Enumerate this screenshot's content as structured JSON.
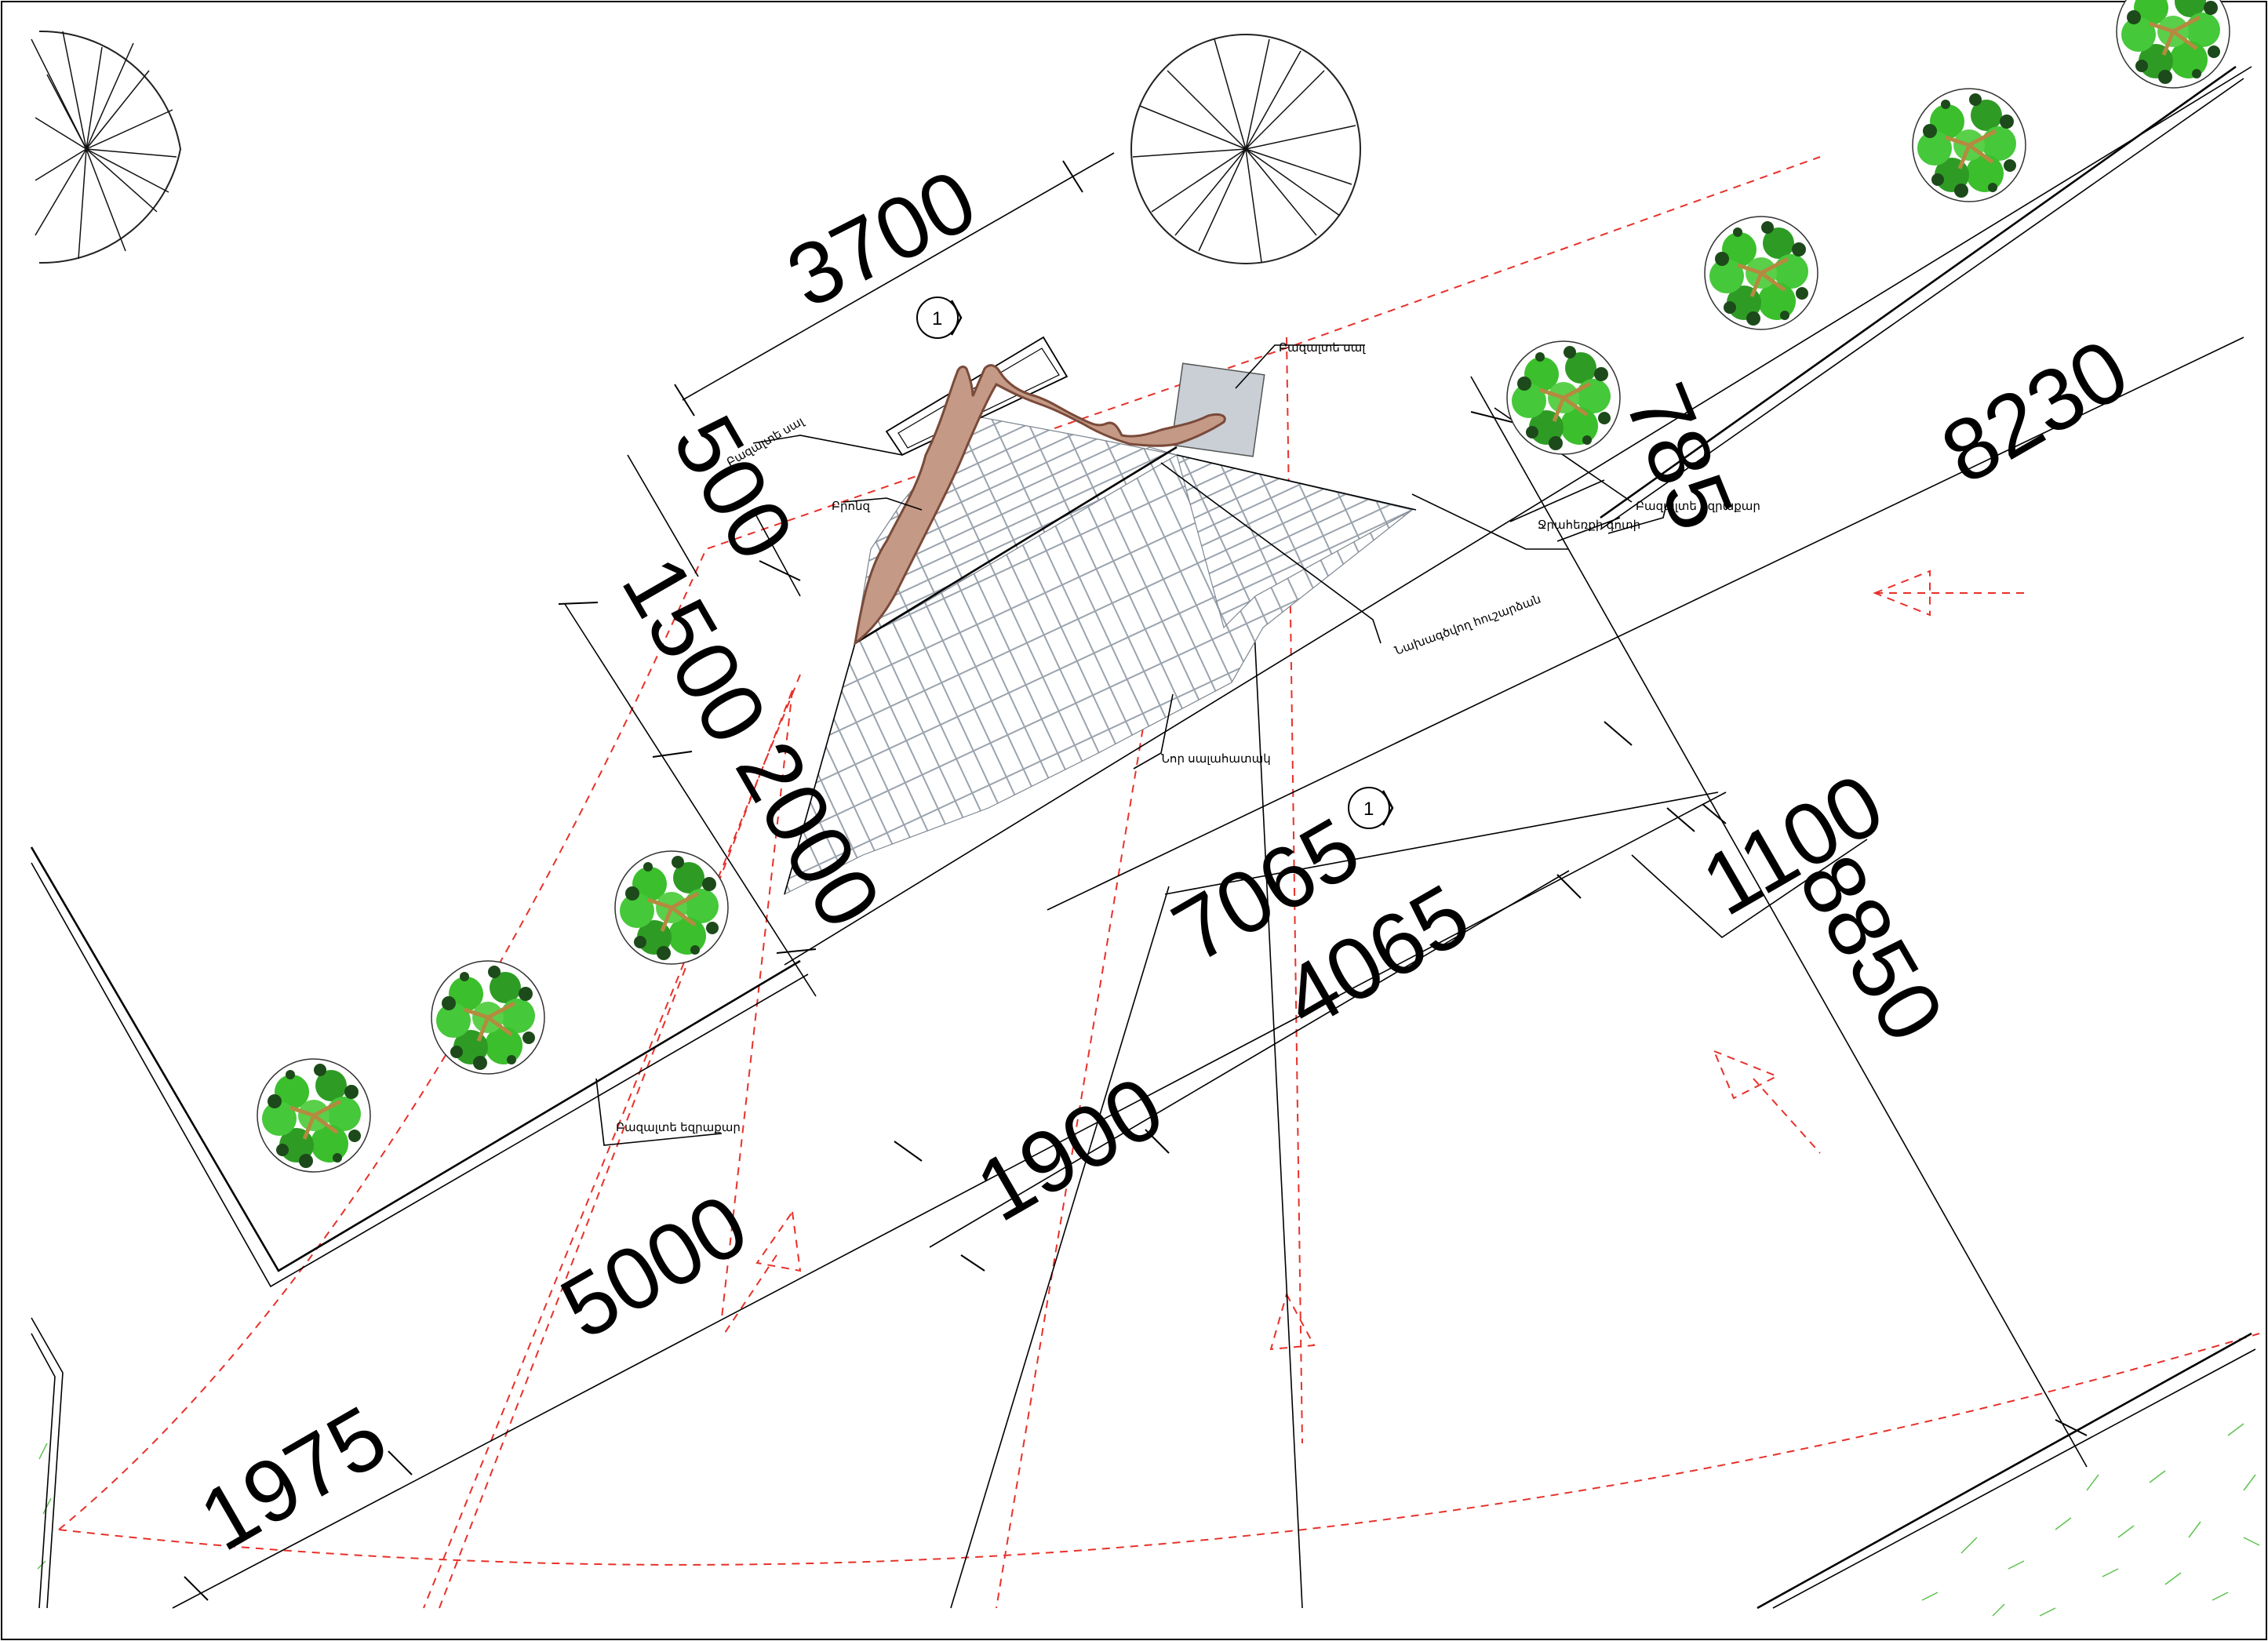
{
  "dimensions": {
    "d3700": "3700",
    "d500": "500",
    "d1500": "1500",
    "d2000": "2000",
    "d785": "785",
    "d8230": "8230",
    "d7065": "7065",
    "d4065": "4065",
    "d1100": "1100",
    "d8850": "8850",
    "d1900": "1900",
    "d5000": "5000",
    "d1975": "1975"
  },
  "labels": {
    "wall_top": "Բազալտե սալ",
    "wall_left": "Բազալտե սալ",
    "bronze": "Բրոնզ",
    "curb_right": "Բազալտե եզրաքար",
    "drain": "Ջրահեռքի գոտի",
    "new_paving": "Նոր սալահատակ",
    "prefab_monument": "Նախագծվող հուշարձան",
    "curb_left": "Բազալտե եզրաքար"
  },
  "section_marks": {
    "top": "1",
    "bottom": "1"
  },
  "colors": {
    "line": "#000000",
    "red_dash": "#e8312a",
    "bronze_fill": "#c49a86",
    "bronze_stroke": "#7a4a3a",
    "tree_green": "#3bbf2c",
    "tree_dark": "#1d4a1a",
    "grass": "#5cc24e",
    "slab_fill": "#c9cfd4"
  }
}
